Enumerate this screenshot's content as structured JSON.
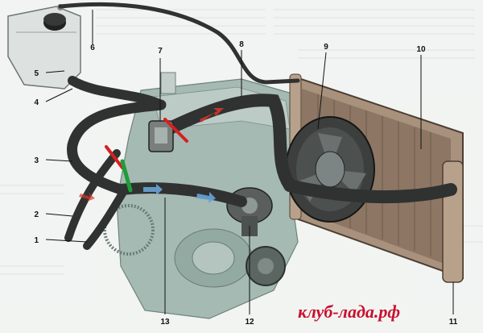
{
  "diagram": {
    "callouts": [
      {
        "id": "c1",
        "number": "1"
      },
      {
        "id": "c2",
        "number": "2"
      },
      {
        "id": "c3",
        "number": "3"
      },
      {
        "id": "c4",
        "number": "4"
      },
      {
        "id": "c5",
        "number": "5"
      },
      {
        "id": "c6",
        "number": "6"
      },
      {
        "id": "c7",
        "number": "7"
      },
      {
        "id": "c8",
        "number": "8"
      },
      {
        "id": "c9",
        "number": "9"
      },
      {
        "id": "c10",
        "number": "10"
      },
      {
        "id": "c11",
        "number": "11"
      },
      {
        "id": "c12",
        "number": "12"
      },
      {
        "id": "c13",
        "number": "13"
      }
    ],
    "watermark": "клуб-лада.рф",
    "colors": {
      "hose": "#2e302f",
      "engine": "#9fb3ad",
      "radiator": "#a08a76",
      "tank": "#d9dedd",
      "flow_arrow_hot": "#d9362a",
      "flow_arrow_cool": "#6aa4d6",
      "closed_marker": "#d91f1f",
      "open_marker": "#1f9d3a",
      "watermark": "#c8102e"
    }
  }
}
